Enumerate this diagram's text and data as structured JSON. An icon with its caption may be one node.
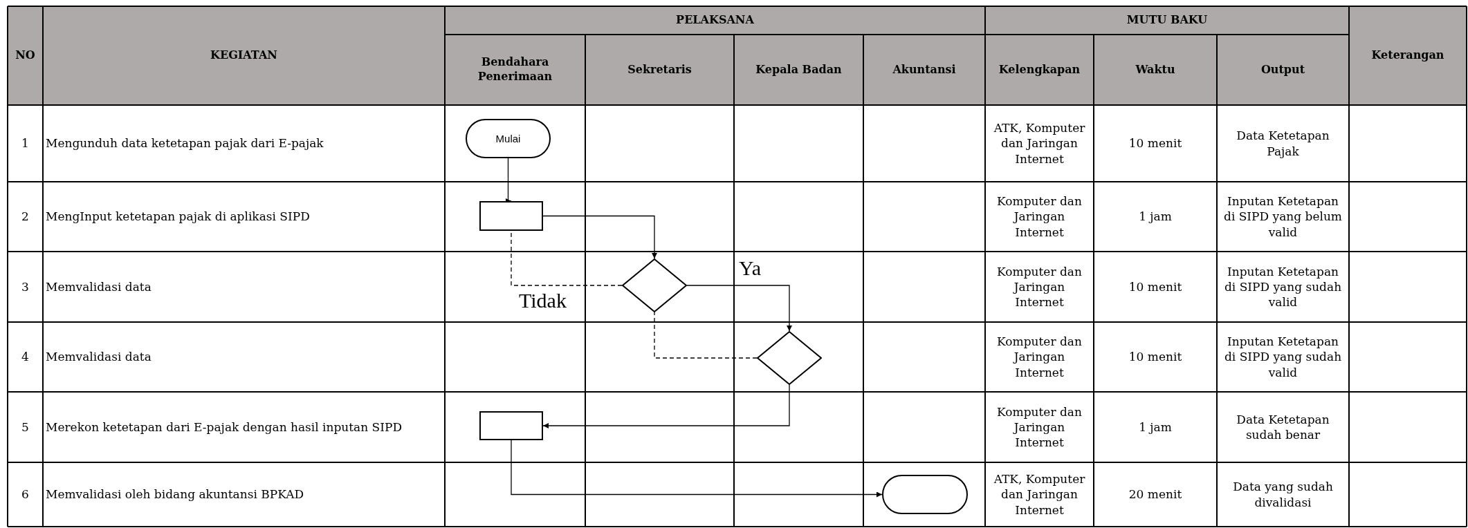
{
  "diagram": {
    "nodes": [
      {
        "text": [
          "Mulai"
        ]
      },
      {
        "text": [],
        "shape": "box"
      },
      {
        "text": [],
        "shape": "diamond"
      },
      {
        "text": [],
        "shape": "diamond"
      },
      {
        "text": [],
        "shape": "box"
      },
      {
        "text": [],
        "shape": "oval"
      }
    ],
    "edges": [
      {
        "from": 0,
        "to": 1,
        "arrow": "to"
      },
      {
        "from": 1,
        "to": 2,
        "arrow": "to"
      },
      {
        "from": 2,
        "to": 1,
        "arrow": "none",
        "style": "dashed",
        "label": "Tidak"
      },
      {
        "from": 2,
        "to": 3,
        "arrow": "to",
        "label": "Ya"
      },
      {
        "from": 3,
        "to": 2,
        "arrow": "none",
        "style": "dashed"
      },
      {
        "from": 3,
        "to": 4,
        "arrow": "to"
      },
      {
        "from": 4,
        "to": 5,
        "arrow": "to"
      }
    ],
    "labels": [
      "NO",
      "KEGIATAN",
      "PELAKSANA",
      "MUTU BAKU",
      "Keterangan",
      "Bendahara Penerimaan",
      "Sekretaris",
      "Kepala Badan",
      "Akuntansi",
      "Kelengkapan",
      "Waktu",
      "Output",
      "1",
      "Mengunduh data ketetapan pajak dari E-pajak",
      "ATK, Komputer dan Jaringan Internet",
      "10 menit",
      "Data Ketetapan Pajak",
      "2",
      "MengInput ketetapan pajak di aplikasi SIPD",
      "Komputer dan Jaringan Internet",
      "1 jam",
      "Inputan Ketetapan di SIPD yang belum valid",
      "3",
      "Memvalidasi data",
      "Komputer dan Jaringan Internet",
      "10 menit",
      "Inputan Ketetapan di SIPD yang sudah valid",
      "4",
      "Memvalidasi data",
      "Komputer dan Jaringan Internet",
      "10 menit",
      "Inputan Ketetapan di SIPD yang sudah valid",
      "5",
      "Merekon ketetapan dari E-pajak dengan hasil inputan SIPD",
      "Komputer dan Jaringan Internet",
      "1 jam",
      "Data Ketetapan sudah benar",
      "6",
      "Memvalidasi oleh bidang akuntansi BPKAD",
      "ATK, Komputer dan Jaringan Internet",
      "20 menit",
      "Data yang sudah divalidasi"
    ]
  }
}
